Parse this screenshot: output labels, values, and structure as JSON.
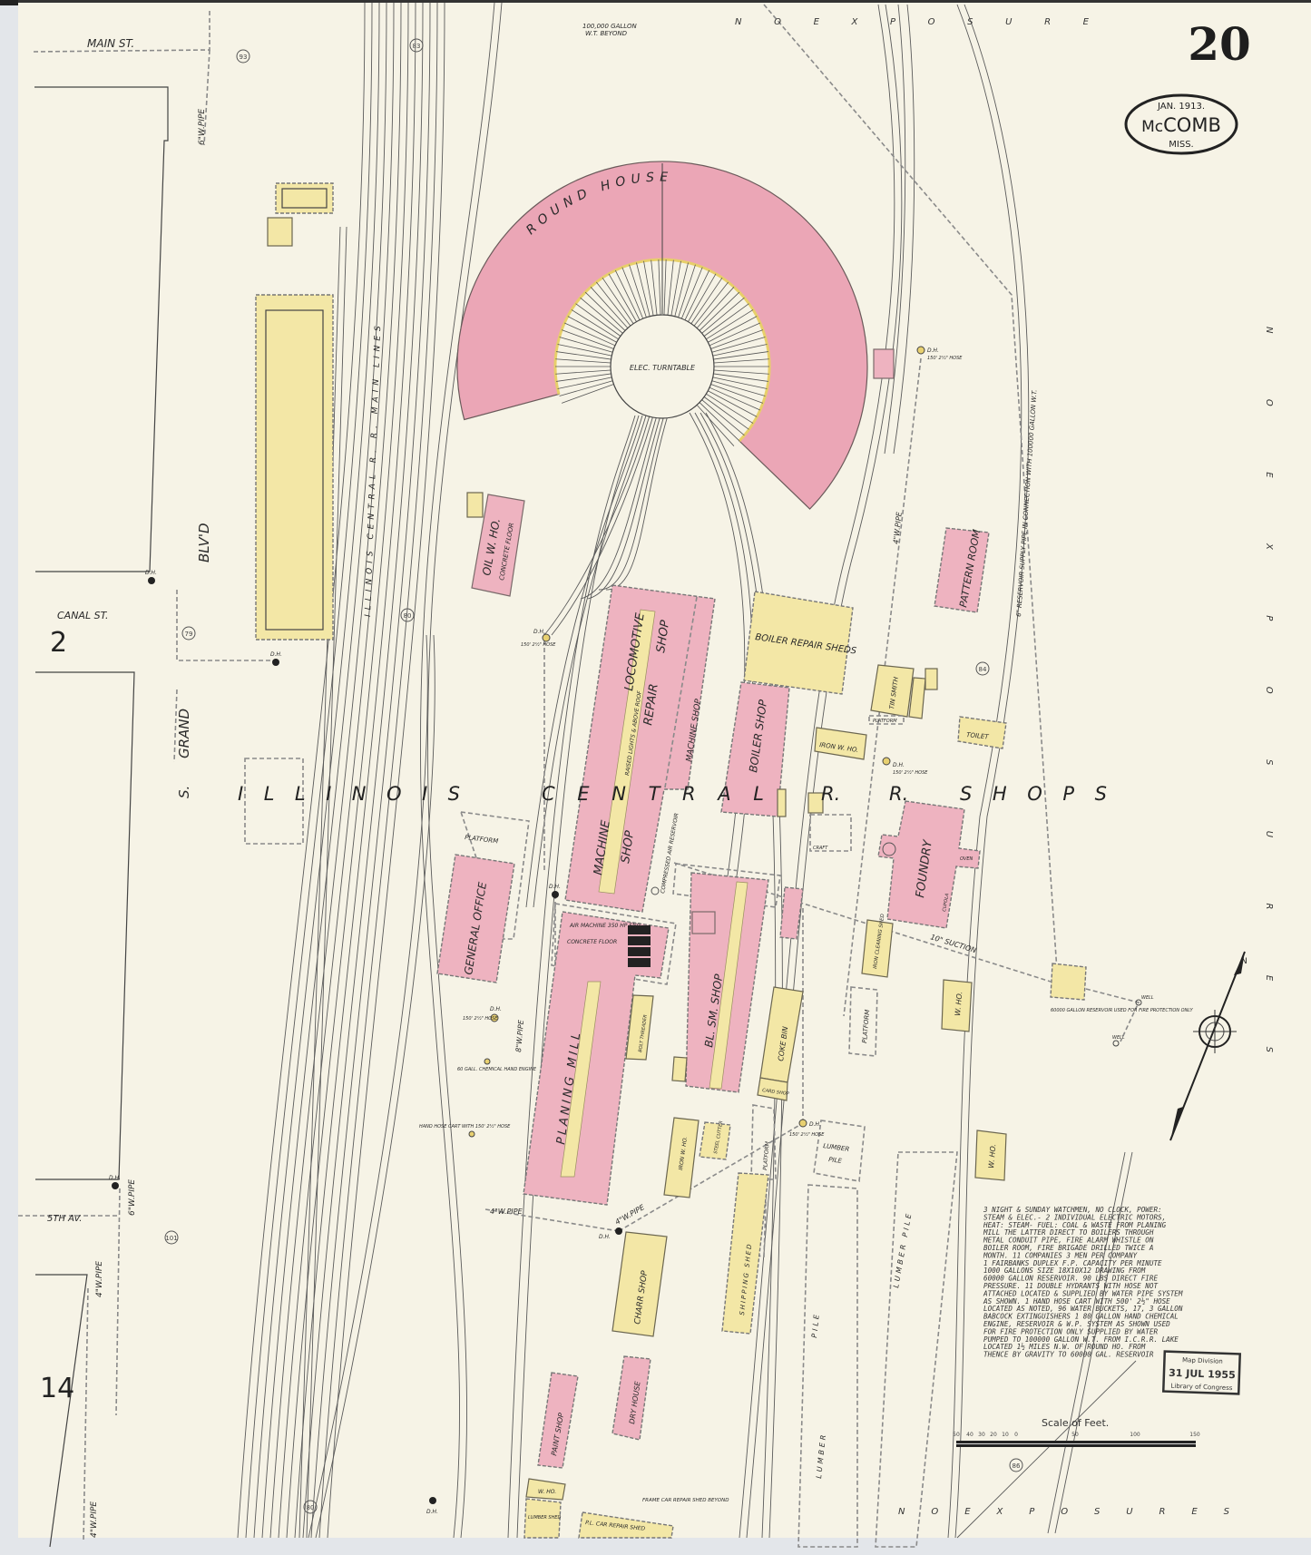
{
  "sheet": {
    "number": "20",
    "date": "JAN. 1913.",
    "city": "McCOMB",
    "city_prefix": "Mc",
    "city_name": "COMB",
    "state": "MISS.",
    "colors": {
      "paper": "#f6f3e6",
      "brick": "#eeb3c0",
      "frame": "#f3e7a6"
    }
  },
  "streets": {
    "main": "MAIN ST.",
    "canal": "CANAL ST.",
    "fifth": "5TH AV.",
    "grand_s": "S.",
    "grand": "GRAND",
    "blvd": "BLV'D"
  },
  "adjacent_sheets": {
    "left_upper": "2",
    "left_lower": "14"
  },
  "block_numbers": [
    "93",
    "79",
    "101",
    "80",
    "80",
    "84",
    "86",
    "83"
  ],
  "exposures": {
    "top": "N O   E X P O S U R E",
    "bottom": "N O   E X P O S U R E S",
    "right": "N O   E X P O S U R E S"
  },
  "main_title": {
    "w1": "I L L I N O I S",
    "w2": "C E N T R A L",
    "w3": "R.",
    "w4": "R.",
    "w5": "S H O P S"
  },
  "rail": {
    "main_lines": "ILLINOIS  CENTRAL  R. R.  MAIN LINES"
  },
  "water_tower_note": [
    "100,000 GALLON",
    "W.T. BEYOND"
  ],
  "buildings": {
    "round_house": "ROUND HOUSE",
    "turntable": "ELEC. TURNTABLE",
    "oil_house": "OIL W. HO.",
    "oil_house_floor": "CONCRETE FLOOR",
    "locomotive": "LOCOMOTIVE",
    "repair": "REPAIR",
    "shop": "SHOP",
    "machine": "MACHINE",
    "machine_shop": "MACHINE SHOP",
    "raised_lights": "RAISED LIGHTS & ABOVE ROOF",
    "boiler_repair_sheds": "BOILER REPAIR SHEDS",
    "boiler_shop": "BOILER SHOP",
    "pattern_room": "PATTERN ROOM",
    "tin_smith": "TIN SMITH",
    "platform": "PLATFORM",
    "iron_w_ho": "IRON W. HO.",
    "toilet": "TOILET",
    "foundry": "FOUNDRY",
    "oven": "OVEN",
    "cupola": "CUPOLA",
    "iron_cleaning_shed": "IRON CLEANING SHED",
    "w_ho": "W. HO.",
    "general_office": "GENERAL OFFICE",
    "air_machine": "AIR MACHINE 350 HP ENG.",
    "concrete_floor": "CONCRETE FLOOR",
    "planing_mill": "PLANING MILL",
    "bl_sm_shop": "BL. SM. SHOP",
    "coke_bin": "COKE BIN",
    "card_shop": "CARD SHOP",
    "steel_cutter": "STEEL CUTTER",
    "bolt_threader": "BOLT THREADER",
    "lumber_pile": "LUMBER PILE",
    "lumber": "LUMBER",
    "pile": "PILE",
    "shipping_shed": "SHIPPING SHED",
    "charr_shop": "CHARR SHOP",
    "dry_house": "DRY HOUSE",
    "paint_shop": "PAINT SHOP",
    "lumber_shed": "LUMBER SHED",
    "car_repair_shed": "P.L. CAR REPAIR SHED",
    "frame_car_repair": "FRAME CAR REPAIR SHED BEYOND",
    "compressed_air": "COMPRESSED AIR RESERVOIR",
    "craft": "CRAFT"
  },
  "utilities": {
    "pipe_6_main": "6\"W.PIPE",
    "pipe_6_fifth": "6\"W.PIPE",
    "pipe_4_fifth": "4\"W.PIPE",
    "pipe_4_bottom": "4\"W.PIPE",
    "pipe_8": "8\"W.PIPE",
    "pipe_4_mid": "4\"W.PIPE",
    "pipe_4_diag": "4\"W.PIPE",
    "pipe_4_right": "4\"W.PIPE",
    "suction": "10\" SUCTION",
    "reservoir_pipe": "6\" RESERVOIR SUPPLY PIPE IN CONNECTION WITH 100000 GALLON W.T.",
    "reservoir": "60000 GALLON RESERVOIR USED FOR FIRE PROTECTION ONLY",
    "well": "WELL",
    "dh": "D.H.",
    "hose": "150' 2½\" HOSE",
    "hose_cart": "HAND HOSE CART WITH 150' 2½\" HOSE",
    "chem_engine": "60 GALL. CHEMICAL HAND ENGINE"
  },
  "notes": [
    "3 NIGHT & SUNDAY WATCHMEN, NO CLOCK, POWER:",
    "STEAM & ELEC.- 2 INDIVIDUAL ELECTRIC MOTORS,",
    "HEAT: STEAM- FUEL: COAL & WASTE FROM PLANING",
    "MILL THE LATTER DIRECT TO BOILERS THROUGH",
    "METAL CONDUIT PIPE, FIRE ALARM WHISTLE ON",
    "BOILER ROOM, FIRE BRIGADE DRILLED TWICE A",
    "MONTH. 11 COMPANIES 3 MEN PER COMPANY",
    "1 FAIRBANKS DUPLEX F.P. CAPACITY PER MINUTE",
    "1000 GALLONS SIZE 18X10X12 DRAWING FROM",
    "60000 GALLON RESERVOIR. 90 LBS DIRECT FIRE",
    "PRESSURE. 11 DOUBLE HYDRANTS WITH HOSE NOT",
    "ATTACHED LOCATED & SUPPLIED BY WATER PIPE SYSTEM",
    "AS SHOWN. 1 HAND HOSE CART WITH 500' 2½\" HOSE",
    "LOCATED AS NOTED, 96 WATER BUCKETS, 17, 3 GALLON",
    "BABCOCK EXTINGUISHERS 1 80 GALLON HAND CHEMICAL",
    "ENGINE, RESERVOIR & W.P. SYSTEM AS SHOWN USED",
    "FOR FIRE PROTECTION ONLY SUPPLIED BY WATER",
    "PUMPED TO 100000 GALLON W.T. FROM I.C.R.R. LAKE",
    "LOCATED 1½ MILES N.W. OF ROUND HO. FROM",
    "THENCE BY GRAVITY TO 60000 GAL. RESERVOIR"
  ],
  "stamp": {
    "line1": "Map Division",
    "line2": "31 JUL 1955",
    "line3": "Library of Congress"
  },
  "scale": {
    "title": "Scale of Feet.",
    "ticks": [
      "50",
      "40",
      "30",
      "20",
      "10",
      "0",
      "50",
      "100",
      "150"
    ]
  },
  "compass": {
    "label": "N"
  }
}
